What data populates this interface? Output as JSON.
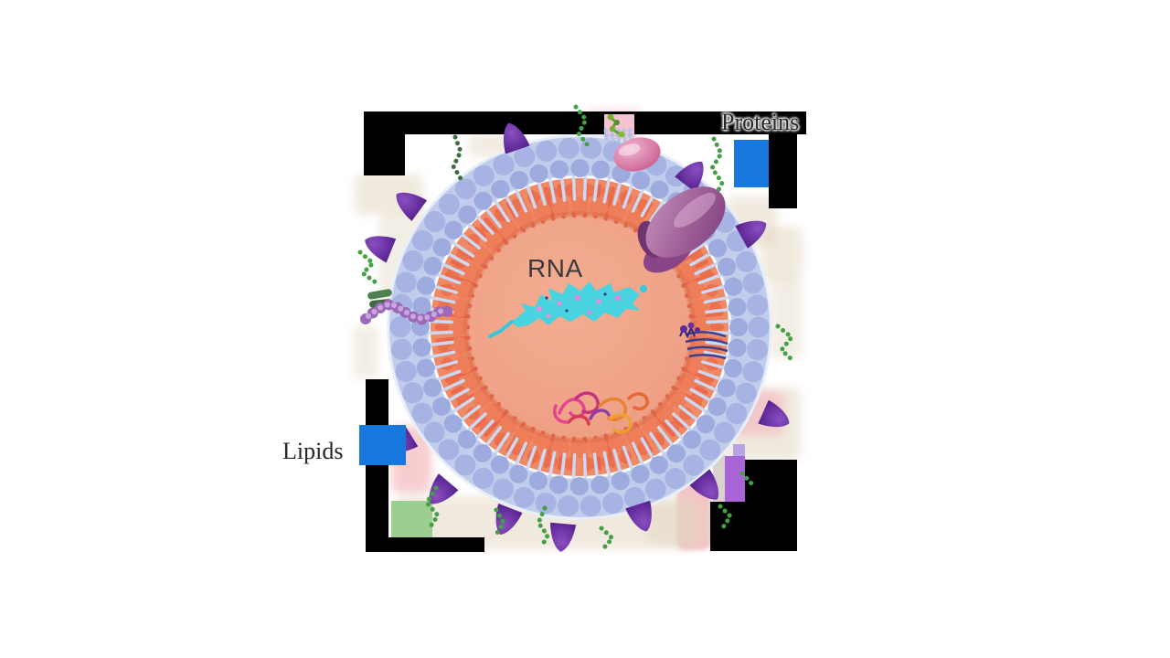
{
  "labels": {
    "proteins": "Proteins",
    "lipids": "Lipids",
    "rna": "RNA"
  },
  "legend": {
    "swatch_color": "#1777dd"
  },
  "colors": {
    "legend_blue": "#1777dd",
    "artifact_black": "#000000",
    "artifact_green": "#9cce8f",
    "artifact_purple": "#a964d8",
    "artifact_light_purple": "#b5a3e2",
    "artifact_gray": "#d8d4cb",
    "membrane_outer_lipid": "#a7b3e3",
    "membrane_outer_lipid_row2": "#9dabde",
    "membrane_stem_blue": "#cdd9f2",
    "membrane_inner_lipid": "#ee7e59",
    "membrane_tail_orange": "#e9684a",
    "core_salmon": "#efa287",
    "glycoprotein_purple": "#6a2d9e",
    "peg_chain_green": "#44a044",
    "transmembrane_protein_purple": "#9b5b94",
    "surface_protein_pink": "#d9799f",
    "rna_cyan": "#3fd4e4",
    "protein_ribbon_magenta": "#e23a8e"
  }
}
